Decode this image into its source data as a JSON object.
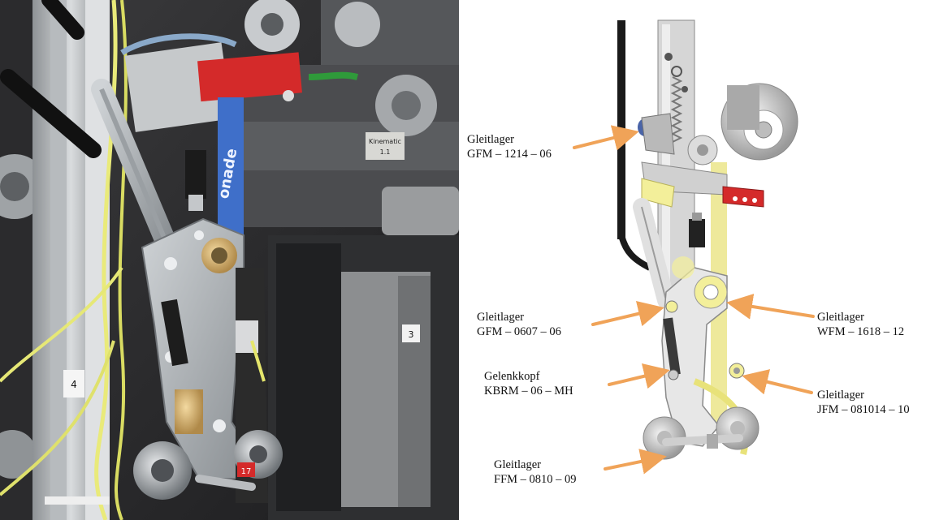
{
  "photo": {
    "plate_kinematic": "Kinematic",
    "plate_kinematic_num": "1.1",
    "number_tag_left": "4",
    "number_tag_right": "3",
    "part_number_tag": "17",
    "strap_text": "onade"
  },
  "callouts": [
    {
      "label": "Gleitlager",
      "code": "GFM – 1214 – 06"
    },
    {
      "label": "Gleitlager",
      "code": "GFM – 0607 – 06"
    },
    {
      "label": "Gelenkkopf",
      "code": "KBRM – 06 – MH"
    },
    {
      "label": "Gleitlager",
      "code": "FFM – 0810 – 09"
    },
    {
      "label": "Gleitlager",
      "code": "WFM – 1618 – 12"
    },
    {
      "label": "Gleitlager",
      "code": "JFM – 081014 – 10"
    }
  ],
  "colors": {
    "arrow": "#f0a358",
    "tab_red": "#d42a2a",
    "bearing_yellow": "#f3ef9a",
    "belt_yellow": "#e8e27a"
  }
}
